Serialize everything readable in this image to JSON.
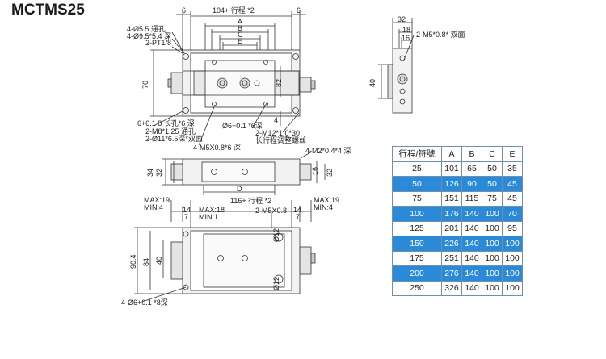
{
  "model": "MCTMS25",
  "top_view": {
    "dim_6_left": "6",
    "dim_length": "104+ 行程 *2",
    "dim_6_right": "6",
    "dim_A": "A",
    "dim_B": "B",
    "dim_C": "C",
    "dim_E": "E",
    "note_hole1": "4-Ø5.5 通孔",
    "note_hole2": "4-Ø9.5*5.4 深",
    "note_port": "2-PT1/8",
    "dim_70": "70",
    "dim_82": "82",
    "note_slot": "6+0.1 8 长孔*6 深",
    "note_m8_1": "2-M8*1.25 通孔",
    "note_m8_2": "2-Ø11*6.5深*双面",
    "note_m5": "4-M5X0.8*6 深",
    "note_pin": "Ø6+0.1 *6深",
    "dim_4": "4",
    "note_m12_1": "2-M12*1.0*30",
    "note_m12_2": "长行程调整螺丝"
  },
  "end_view": {
    "dim_32": "32",
    "dim_18": "18",
    "dim_16": "16",
    "dim_40": "40",
    "note_m5": "2-M5*0.8* 双面"
  },
  "side_view": {
    "note_m2": "4-M2*0.4*4 深",
    "dim_34": "34",
    "dim_32": "32",
    "dim_16": "16",
    "dim_32b": "32",
    "dim_D": "D"
  },
  "bottom_view": {
    "max19_l": "MAX:19",
    "min4_l": "MIN:4",
    "dim_length": "116+ 行程 *2",
    "max19_r": "MAX:19",
    "min4_r": "MIN:4",
    "dim_14_l": "14",
    "dim_7_l": "7",
    "max18": "MAX:18",
    "min1": "MIN:1",
    "note_m5": "2-M5X0.8",
    "dim_14_r": "14",
    "dim_7_r": "7",
    "dim_90_4": "90.4",
    "dim_84": "84",
    "dim_40": "40",
    "dim_12a": "Ø12",
    "dim_12b": "Ø12",
    "note_slot": "4-Ø6+0.1 *8深"
  },
  "spec_table": {
    "headers": [
      "行程/符號",
      "A",
      "B",
      "C",
      "E"
    ],
    "rows": [
      [
        "25",
        "101",
        "65",
        "50",
        "35"
      ],
      [
        "50",
        "126",
        "90",
        "50",
        "45"
      ],
      [
        "75",
        "151",
        "115",
        "75",
        "45"
      ],
      [
        "100",
        "176",
        "140",
        "100",
        "70"
      ],
      [
        "125",
        "201",
        "140",
        "100",
        "95"
      ],
      [
        "150",
        "226",
        "140",
        "100",
        "100"
      ],
      [
        "175",
        "251",
        "140",
        "100",
        "100"
      ],
      [
        "200",
        "276",
        "140",
        "100",
        "100"
      ],
      [
        "250",
        "326",
        "140",
        "100",
        "100"
      ]
    ],
    "highlight_color": "#2a8ad8"
  }
}
